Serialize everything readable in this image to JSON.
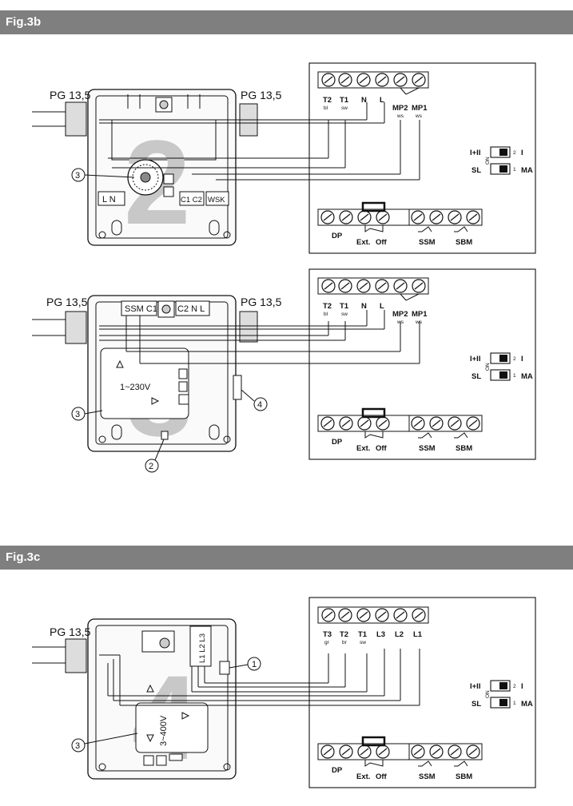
{
  "headers": {
    "fig3b": "Fig.3b",
    "fig3c": "Fig.3c"
  },
  "labels": {
    "pg": "PG 13,5",
    "callout_1": "1",
    "callout_2": "2",
    "callout_3": "3",
    "callout_4": "4",
    "ln": "L  N",
    "c1c2": "C1 C2",
    "wsk": "WSK",
    "ssm_c1": "SSM C1",
    "c2nl": "C2  N  L",
    "v230": "1~230V",
    "v400": "3~400V",
    "l1l2l3": "L1 L2 L3"
  },
  "terminals_top_1ph": [
    {
      "name": "T2",
      "sub": "bl"
    },
    {
      "name": "T1",
      "sub": "sw"
    },
    {
      "name": "N",
      "sub": ""
    },
    {
      "name": "L",
      "sub": ""
    },
    {
      "name": "MP2",
      "sub": "ws"
    },
    {
      "name": "MP1",
      "sub": "ws"
    }
  ],
  "terminals_top_3ph": [
    {
      "name": "T3",
      "sub": "gr"
    },
    {
      "name": "T2",
      "sub": "br"
    },
    {
      "name": "T1",
      "sub": "sw"
    },
    {
      "name": "L3",
      "sub": ""
    },
    {
      "name": "L2",
      "sub": ""
    },
    {
      "name": "L1",
      "sub": ""
    }
  ],
  "switch": {
    "ii": "I+II",
    "i": "I",
    "sl": "SL",
    "ma": "MA",
    "on": "ON",
    "n1": "1",
    "n2": "2"
  },
  "bottom_row": {
    "dp": "DP",
    "ext": "Ext.",
    "off": "Off",
    "ssm": "SSM",
    "sbm": "SBM"
  }
}
